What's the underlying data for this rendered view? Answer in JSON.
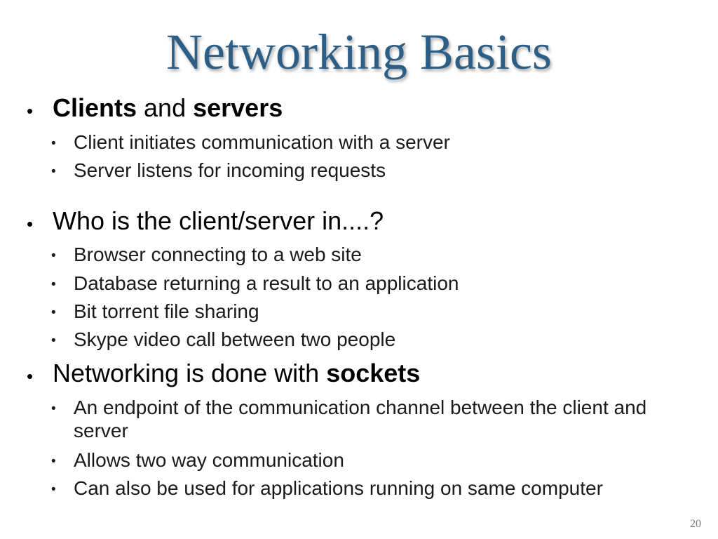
{
  "slide": {
    "title": "Networking Basics",
    "bullet_char": "•",
    "page_number": "20"
  },
  "section1": {
    "part1_bold": "Clients",
    "part2": " and ",
    "part3_bold": "servers",
    "items": [
      "Client initiates communication with a server",
      "Server listens for incoming requests"
    ]
  },
  "section2": {
    "heading": "Who is the client/server in....?",
    "items": [
      "Browser connecting to a web site",
      "Database returning a result to an application",
      "Bit torrent file sharing",
      "Skype video call between two people"
    ]
  },
  "section3": {
    "part1": "Networking is done with ",
    "part2_bold": "sockets",
    "items": [
      "An endpoint of the communication channel between the client and server",
      "Allows two way communication",
      "Can also be used for applications running on same computer"
    ]
  }
}
